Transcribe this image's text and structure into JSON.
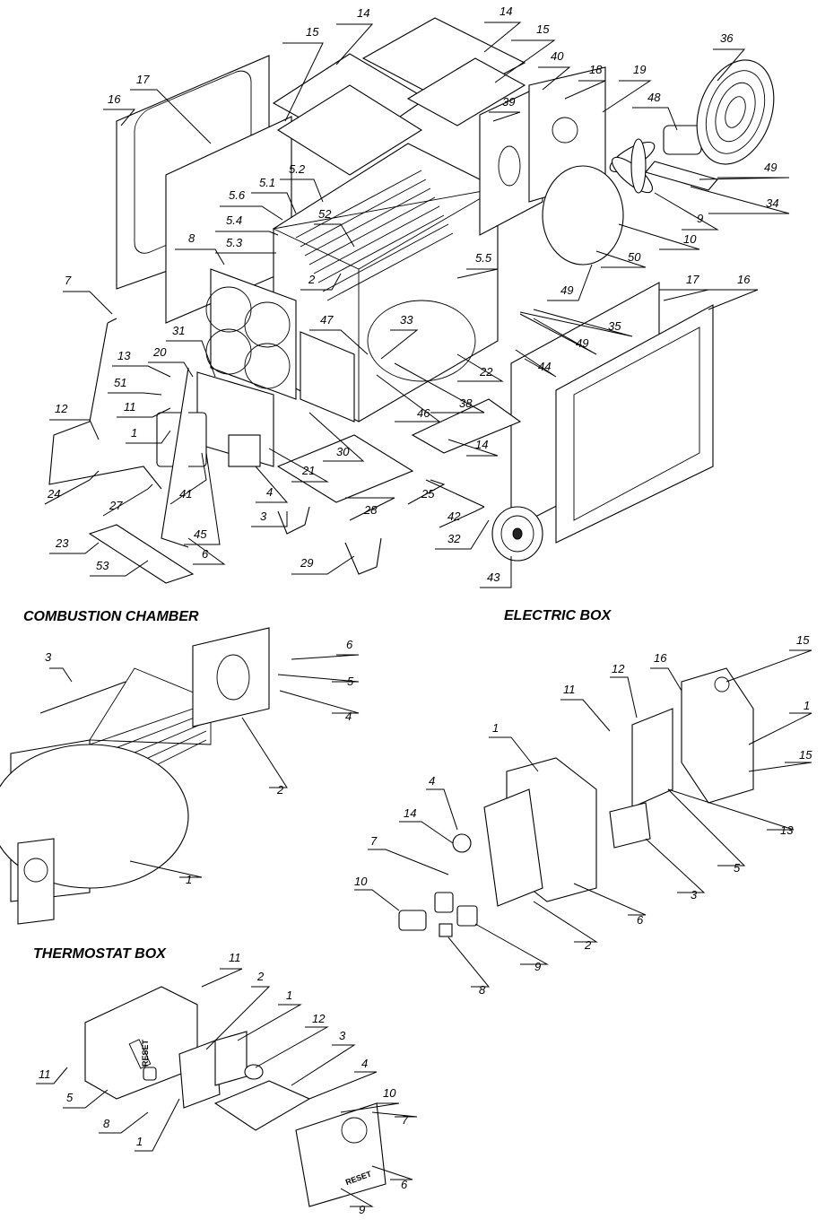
{
  "sections": {
    "combustion_chamber": "COMBUSTION CHAMBER",
    "electric_box": "ELECTRIC BOX",
    "thermostat_box": "THERMOSTAT BOX"
  },
  "main_callouts": [
    "14",
    "14",
    "15",
    "15",
    "16",
    "17",
    "40",
    "18",
    "19",
    "36",
    "48",
    "39",
    "49",
    "34",
    "9",
    "10",
    "50",
    "5.2",
    "5.1",
    "5.6",
    "5.4",
    "5.3",
    "52",
    "8",
    "2",
    "5.5",
    "49",
    "35",
    "17",
    "16",
    "7",
    "31",
    "47",
    "33",
    "49",
    "44",
    "13",
    "20",
    "22",
    "38",
    "51",
    "11",
    "46",
    "12",
    "1",
    "30",
    "14",
    "24",
    "27",
    "41",
    "21",
    "4",
    "25",
    "42",
    "28",
    "32",
    "45",
    "3",
    "23",
    "53",
    "6",
    "29",
    "43"
  ],
  "combustion_callouts": [
    "3",
    "6",
    "5",
    "4",
    "2",
    "1"
  ],
  "electric_callouts": [
    "15",
    "12",
    "16",
    "1",
    "11",
    "15",
    "1",
    "4",
    "14",
    "13",
    "7",
    "5",
    "10",
    "3",
    "6",
    "2",
    "9",
    "8"
  ],
  "thermostat_callouts": [
    "11",
    "2",
    "1",
    "12",
    "3",
    "4",
    "10",
    "11",
    "5",
    "7",
    "8",
    "1",
    "6",
    "9"
  ],
  "stamps": [
    "RESET",
    "RESET"
  ]
}
